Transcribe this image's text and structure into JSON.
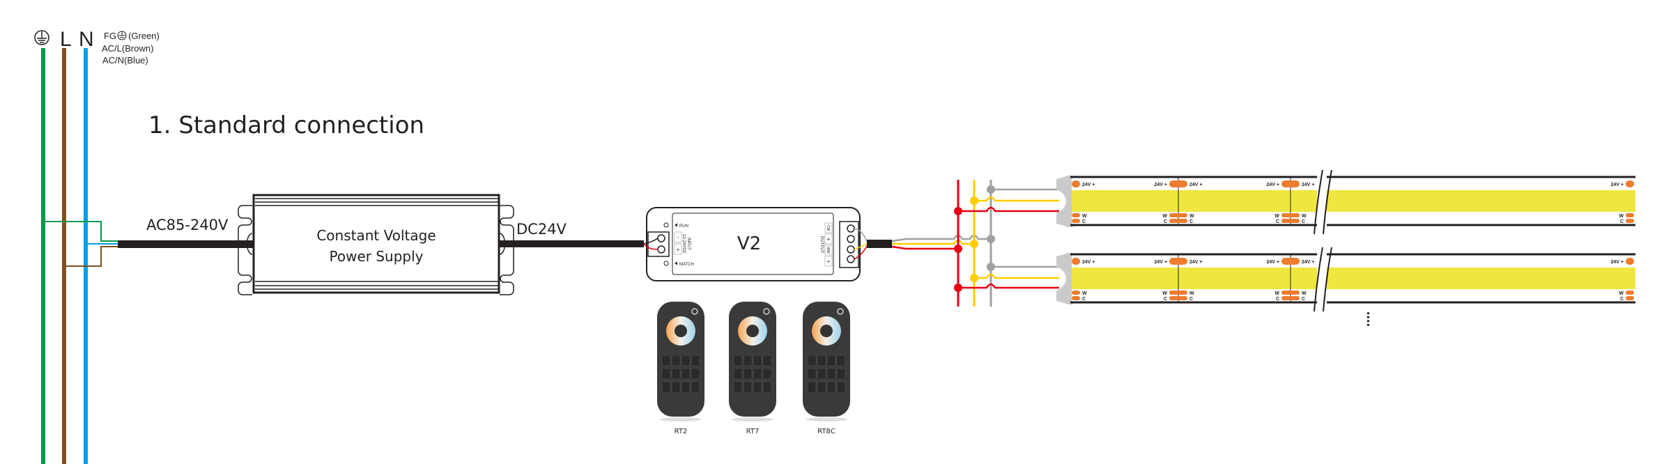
{
  "mains": {
    "symbols": {
      "earth": "earth-icon",
      "line": "L",
      "neutral": "N"
    },
    "legend": {
      "fg": "FG",
      "fg_color": "(Green)",
      "line": "AC/L(Brown)",
      "neutral": "AC/N(Blue)"
    },
    "colors": {
      "earth": "#00994c",
      "line": "#80501e",
      "neutral": "#00a0e6"
    }
  },
  "title": "1. Standard connection",
  "psu": {
    "input_label": "AC85-240V",
    "name_line1": "Constant Voltage",
    "name_line2": "Power Supply",
    "output_label": "DC24V"
  },
  "controller": {
    "model": "V2",
    "run": "RUN",
    "match": "MATCH",
    "input_title": "INPUT",
    "input_range": "12-24VDC",
    "input_terminals": [
      "-",
      "+"
    ],
    "output_title": "OUTPUT",
    "output_terminals": [
      "CW",
      "+",
      "WW",
      "+"
    ]
  },
  "wire_colors": {
    "cw": "#a0a0a0",
    "ww": "#ffcc00",
    "plus": "#e60012"
  },
  "remotes": [
    {
      "label": "RT2"
    },
    {
      "label": "RT7"
    },
    {
      "label": "RT8C"
    }
  ],
  "strips": {
    "pad_top_label": "24V +",
    "pad_w_label": "W",
    "pad_c_label": "C",
    "count_shown": 2,
    "continuation": "...."
  }
}
